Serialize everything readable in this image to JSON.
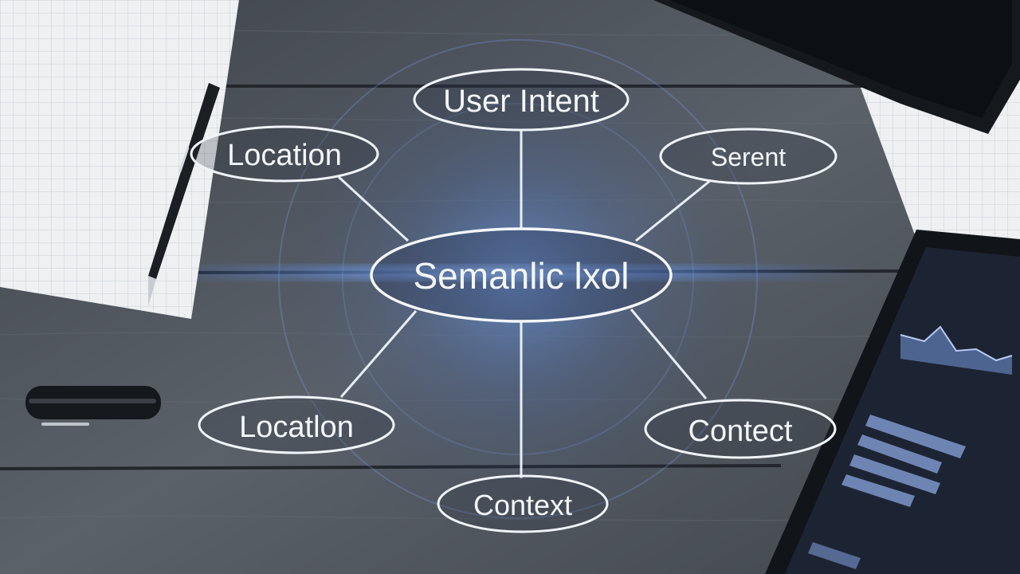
{
  "scene": {
    "center_node": {
      "label": "Semanlic lxol"
    },
    "nodes": [
      {
        "label": "User Intent"
      },
      {
        "label": "Location"
      },
      {
        "label": "Serent"
      },
      {
        "label": "Locatlon"
      },
      {
        "label": "Contect"
      },
      {
        "label": "Context"
      }
    ]
  },
  "colors": {
    "desk": "#555b63",
    "glow": "#4a8cff",
    "line": "#e8eef8",
    "paper": "#eef0f2",
    "tablet_screen": "#1c2433"
  }
}
